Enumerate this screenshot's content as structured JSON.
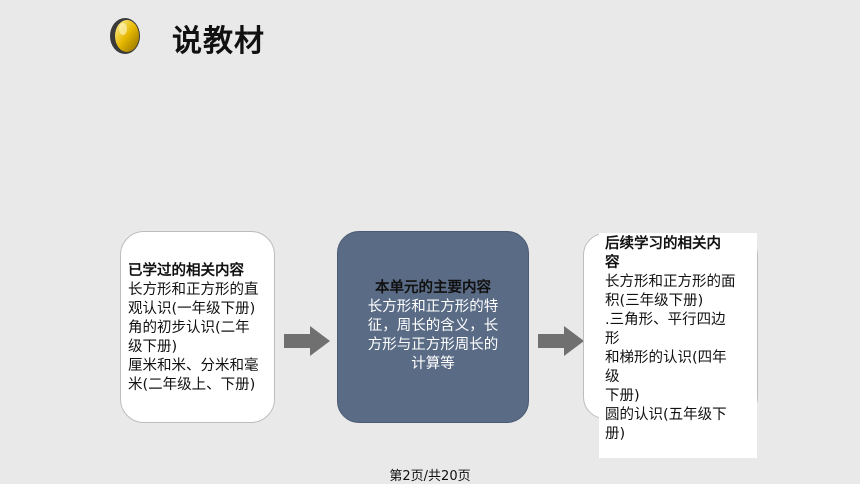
{
  "title": "说教材",
  "left_box": {
    "heading": "已学过的相关内容",
    "lines": [
      "长方形和正方形的直",
      "观认识(一年级下册)",
      "角的初步认识(二年",
      "级下册)",
      "厘米和米、分米和毫",
      "米(二年级上、下册)"
    ]
  },
  "middle_box": {
    "heading": "本单元的主要内容",
    "lines": [
      "长方形和正方形的特",
      "征，周长的含义，长",
      "方形与正方形周长的",
      "计算等"
    ]
  },
  "right_box": {
    "heading_lines": [
      "后续学习的相关内",
      "容"
    ],
    "lines": [
      "长方形和正方形的面",
      "积(三年级下册)",
      ".三角形、平行四边",
      "形",
      "和梯形的认识(四年",
      "级",
      "下册)",
      "圆的认识(五年级下",
      "册)"
    ]
  },
  "page_number": "第2页/共20页",
  "colors": {
    "background": "#e9e9e9",
    "middle_box": "#5a6b86",
    "arrow": "#707070",
    "title_icon": "#e6b800"
  },
  "icons": [
    "gold-disc-icon",
    "right-arrow-icon"
  ]
}
